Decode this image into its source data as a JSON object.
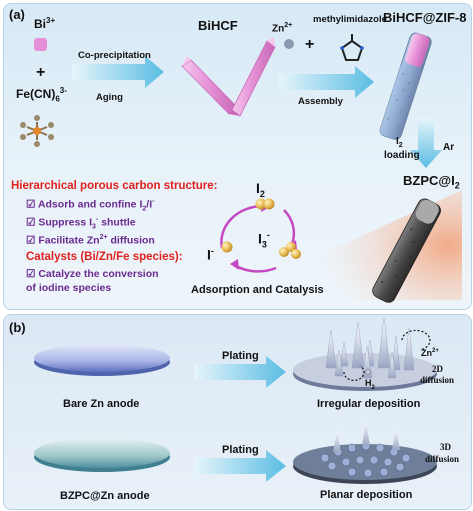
{
  "panel_a": {
    "label": "(a)",
    "bi_ion": "Bi",
    "bi_sup": "3+",
    "plus1": "+",
    "fecn_main": "Fe(CN)",
    "fecn_sub": "6",
    "fecn_sup": "3-",
    "arrow1_top": "Co-precipitation",
    "arrow1_bottom": "Aging",
    "bihcf": "BiHCF",
    "zn_ion": "Zn",
    "zn_sup": "2+",
    "plus2": "+",
    "methylimidazole": "methylimidazole",
    "arrow2_bottom": "Assembly",
    "bihcf_zif8": "BiHCF@ZIF-8",
    "i2": "I",
    "i2_sub": "2",
    "loading": "loading",
    "ar": "Ar",
    "bzpc_main": "BZPC@I",
    "bzpc_sub": "2",
    "hierarchical_title": "Hierarchical porous carbon structure:",
    "item1_pre": "☑ Adsorb and confine I",
    "item1_sub": "2",
    "item1_post": "/I",
    "item1_sup": "-",
    "item2_pre": "☑ Suppress I",
    "item2_sub": "3",
    "item2_sup": "-",
    "item2_post": " shuttle",
    "item3_pre": "☑ Facilitate Zn",
    "item3_sup": "2+",
    "item3_post": " diffusion",
    "catalysts_title": "Catalysts (Bi/Zn/Fe species):",
    "item4_line1": "☑ Catalyze the conversion",
    "item4_line2": "of iodine species",
    "cycle_i2": "I",
    "cycle_i2_sub": "2",
    "cycle_i": "I",
    "cycle_i_sup": "-",
    "cycle_i3": "I",
    "cycle_i3_sub": "3",
    "cycle_i3_sup": "-",
    "adsorption": "Adsorption and Catalysis"
  },
  "panel_b": {
    "label": "(b)",
    "plating1": "Plating",
    "bare_zn": "Bare Zn anode",
    "irregular": "Irregular deposition",
    "zn2_label": "Zn",
    "zn2_sup": "2+",
    "diff2d_1": "2D",
    "diff2d_2": "diffusion",
    "h2": "H",
    "h2_sub": "2",
    "plating2": "Plating",
    "bzpc_zn": "BZPC@Zn anode",
    "planar": "Planar deposition",
    "diff3d_1": "3D",
    "diff3d_2": "diffusion"
  },
  "colors": {
    "red_heading": "#e0211d",
    "purple_text": "#6a2a8f",
    "crystal_pink": "#e58fd6",
    "arrow_cyan": "#6ec7e6",
    "zif_gray": "#8b98ad"
  }
}
